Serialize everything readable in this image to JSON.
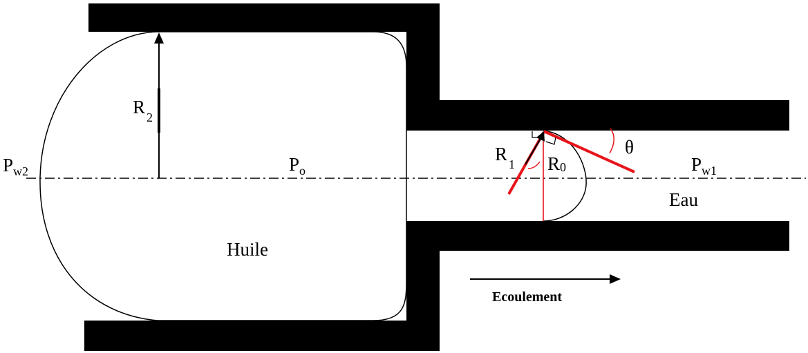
{
  "colors": {
    "wall": "#000000",
    "interface": "#000000",
    "angle": "#e8141b",
    "background": "#ffffff"
  },
  "labels": {
    "pw2_main": "P",
    "pw2_sub": "w2",
    "po_main": "P",
    "po_sub": "o",
    "pw1_main": "P",
    "pw1_sub": "w1",
    "r2_main": "R",
    "r2_sub": "2",
    "r1_main": "R",
    "r1_sub": "1",
    "r0_main": "R",
    "r0_sub": "0",
    "theta": "θ",
    "huile": "Huile",
    "eau": "Eau",
    "flow": "Ecoulement"
  }
}
